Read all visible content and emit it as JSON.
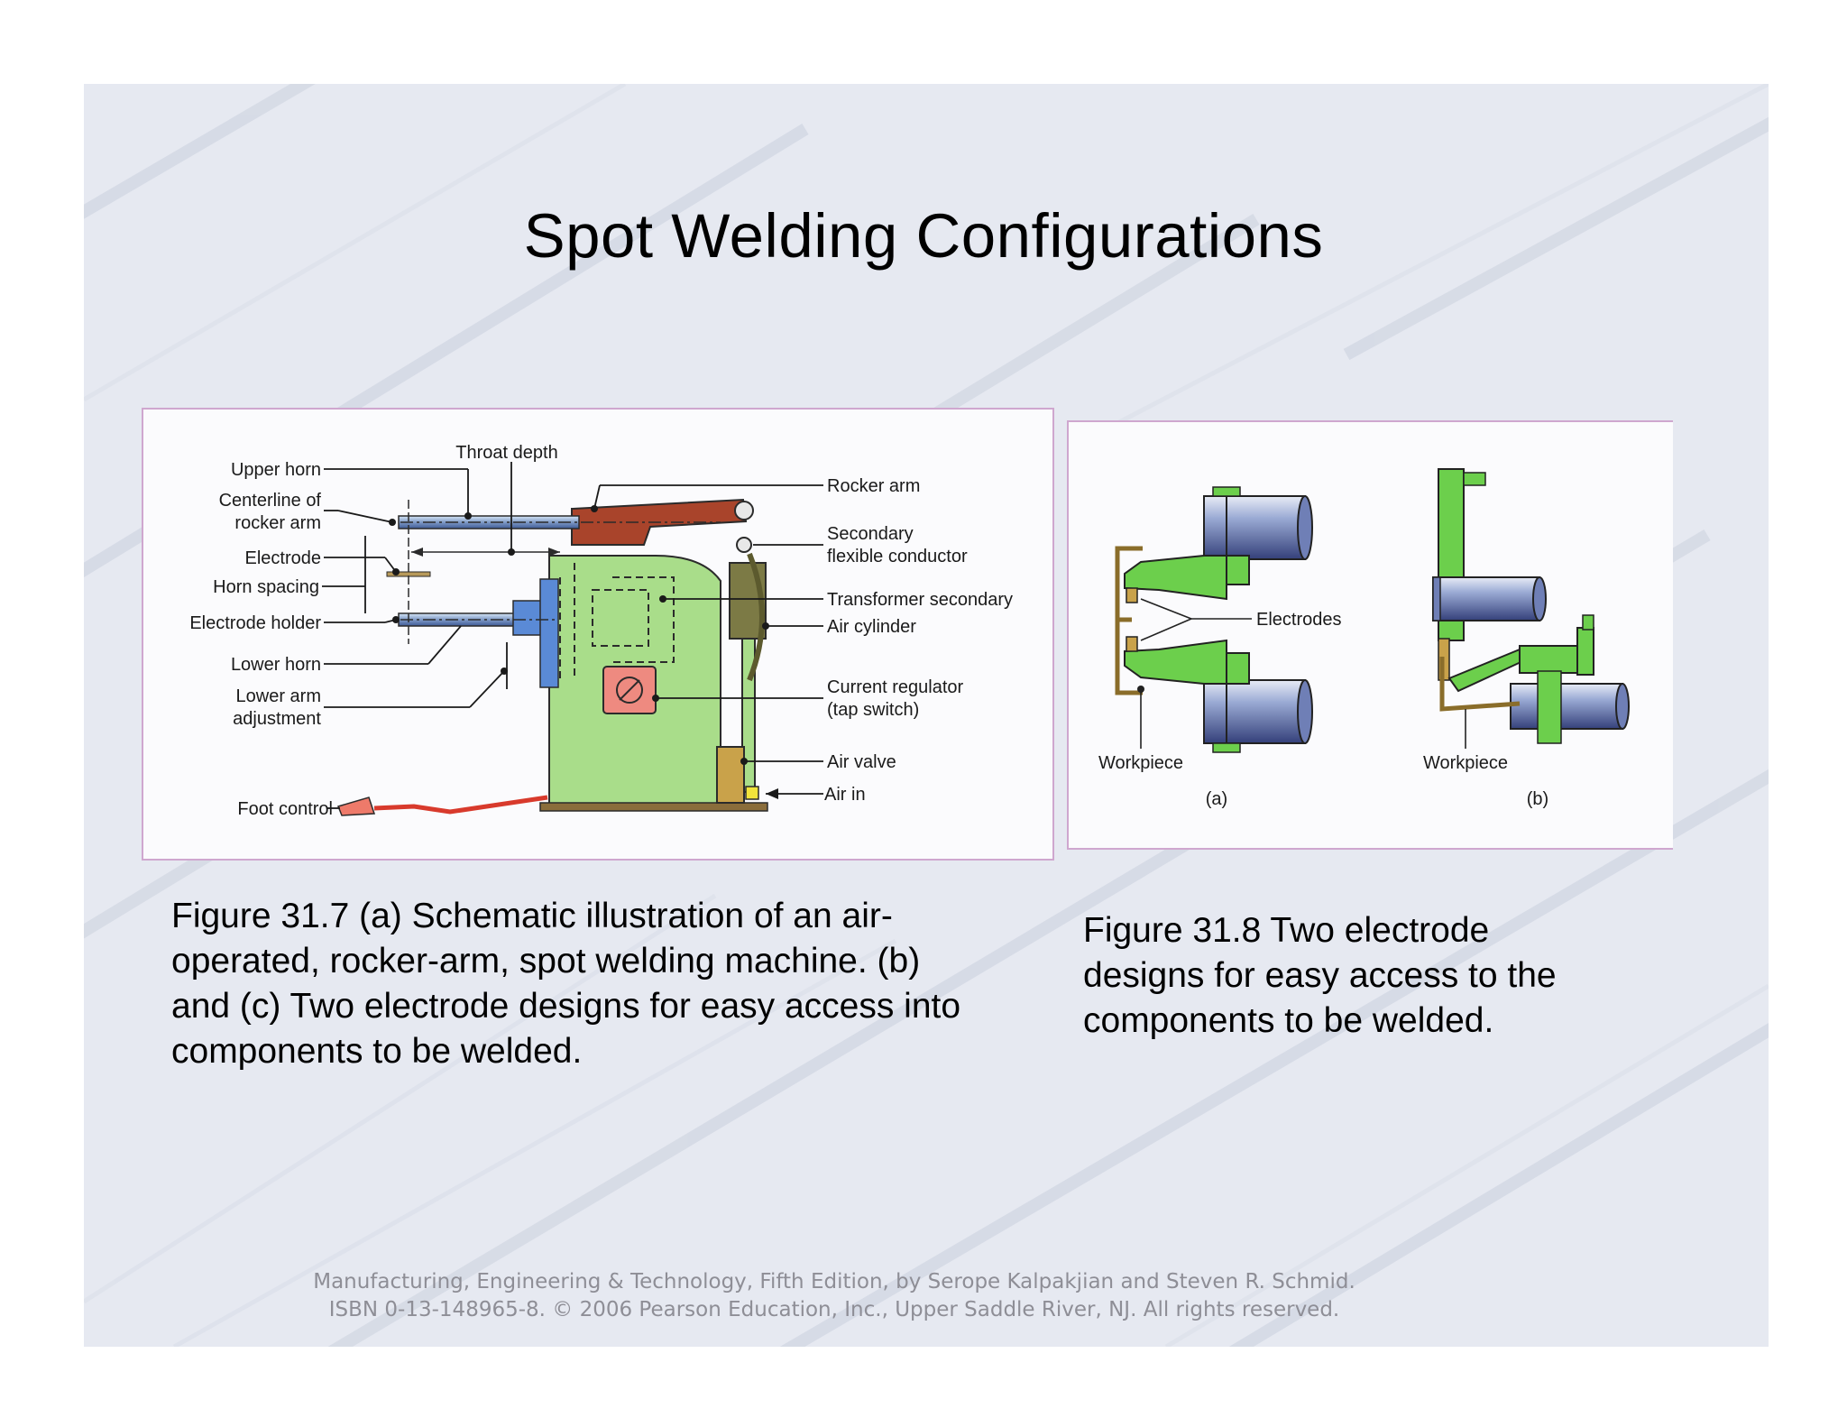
{
  "slide": {
    "title": "Spot Welding Configurations"
  },
  "figure_31_7": {
    "labels": {
      "upper_horn": "Upper horn",
      "throat_depth": "Throat depth",
      "centerline_1": "Centerline of",
      "centerline_2": "rocker arm",
      "electrode": "Electrode",
      "horn_spacing": "Horn spacing",
      "electrode_holder": "Electrode holder",
      "lower_horn": "Lower horn",
      "lower_arm_1": "Lower arm",
      "lower_arm_2": "adjustment",
      "foot_control": "Foot control",
      "rocker_arm": "Rocker arm",
      "secondary_1": "Secondary",
      "secondary_2": "flexible conductor",
      "transformer_secondary": "Transformer secondary",
      "air_cylinder": "Air cylinder",
      "current_regulator_1": "Current regulator",
      "current_regulator_2": "(tap switch)",
      "air_valve": "Air valve",
      "air_in": "Air in"
    },
    "caption": "Figure 31.7  (a) Schematic illustration of an air-operated, rocker-arm, spot welding machine. (b) and (c) Two electrode designs for easy access into components to be welded."
  },
  "figure_31_8": {
    "labels": {
      "electrodes": "Electrodes",
      "workpiece_a": "Workpiece",
      "workpiece_b": "Workpiece",
      "part_a": "(a)",
      "part_b": "(b)"
    },
    "caption": "Figure 31.8  Two electrode designs for easy access to the components to be welded."
  },
  "footer": {
    "line1": "Manufacturing, Engineering & Technology, Fifth Edition, by Serope Kalpakjian and Steven R. Schmid.",
    "line2": "ISBN 0-13-148965-8. © 2006 Pearson Education, Inc., Upper Saddle River, NJ.  All rights reserved."
  },
  "colors": {
    "machine_body": "#a9dd8a",
    "rocker_arm": "#a9442b",
    "transformer": "#7c7a45",
    "regulator": "#ee8a80",
    "electrode_holder": "#5a8ad6",
    "foot_pedal": "#d83a2c",
    "electrode_green": "#6ccf4c",
    "cylinder_blue": "#7f93c9"
  }
}
